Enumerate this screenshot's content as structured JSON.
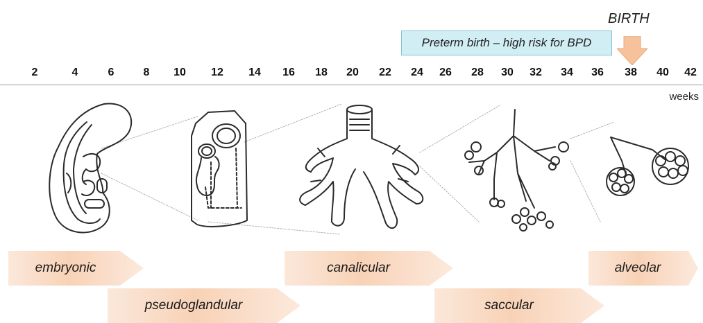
{
  "header": {
    "birth_label": "BIRTH",
    "preterm_note": "Preterm birth – high risk for BPD"
  },
  "timeline": {
    "ticks": [
      "2",
      "4",
      "6",
      "8",
      "10",
      "12",
      "14",
      "16",
      "18",
      "20",
      "22",
      "24",
      "26",
      "28",
      "30",
      "32",
      "34",
      "36",
      "38",
      "40",
      "42"
    ],
    "unit": "weeks"
  },
  "stages": [
    {
      "label": "embryonic"
    },
    {
      "label": "pseudoglandular"
    },
    {
      "label": "canalicular"
    },
    {
      "label": "saccular"
    },
    {
      "label": "alveolar"
    }
  ],
  "colors": {
    "stage_fill": "#f8d2b6",
    "preterm_fill": "#d2eef5",
    "birth_arrow": "#f6c29b"
  }
}
